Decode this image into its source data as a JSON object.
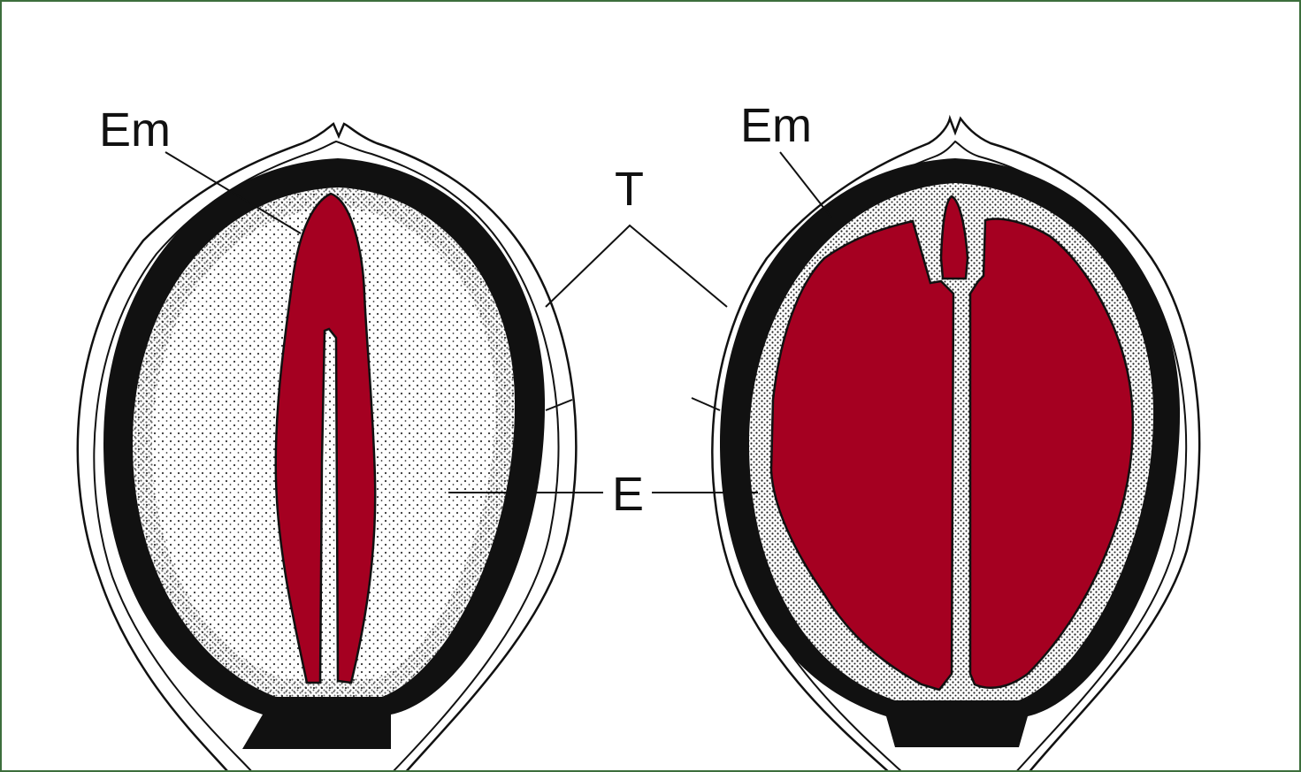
{
  "labels": {
    "embryo_left": "Em",
    "embryo_right": "Em",
    "testa": "T",
    "endosperm": "E"
  },
  "colors": {
    "embryo_fill": "#a50021",
    "testa_band": "#111111",
    "outline": "#111111",
    "endosperm_dots": "#333333",
    "frame_border": "#3c6e3c",
    "background": "#ffffff"
  }
}
